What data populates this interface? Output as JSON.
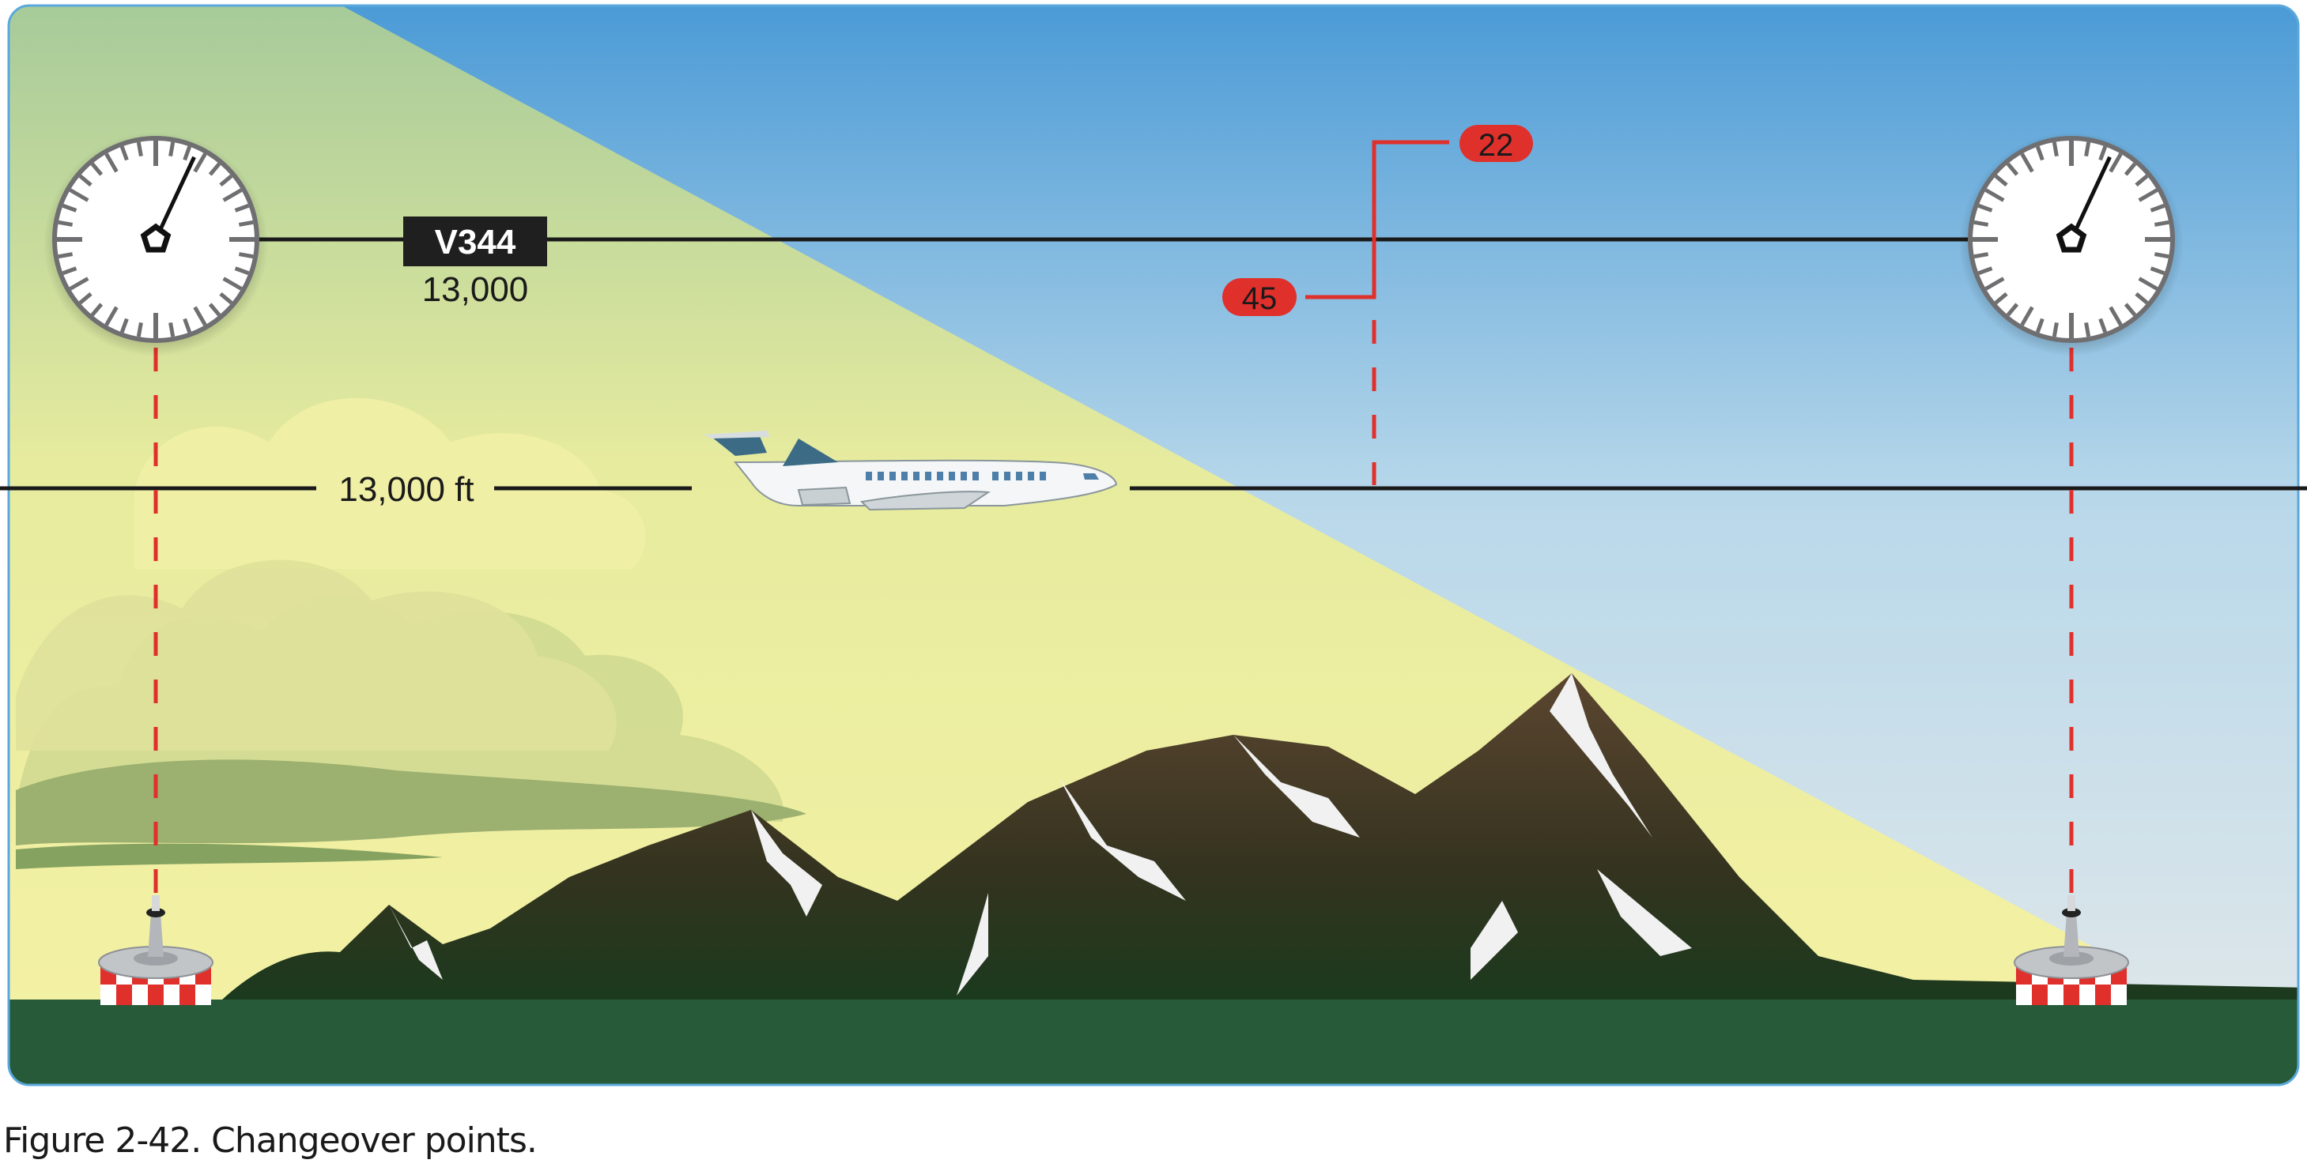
{
  "airway": {
    "name": "V344",
    "mea": "13,000"
  },
  "altitude_line_label": "13,000 ft",
  "changeover": {
    "upper_value": "22",
    "lower_value": "45"
  },
  "caption": "Figure 2-42. Changeover points.",
  "colors": {
    "sky_top": "#4a9ad6",
    "sky_bottom": "#e2e8ea",
    "reception_top": "#a8cc98",
    "reception_bottom": "#f3f0a2",
    "ground": "#265a38",
    "cop_red": "#e0302c",
    "mountain": "#4a3a26"
  },
  "icons": [
    "vor-dial-icon",
    "airplane-icon",
    "vor-station-icon",
    "mountain-range",
    "cloud-icon"
  ]
}
